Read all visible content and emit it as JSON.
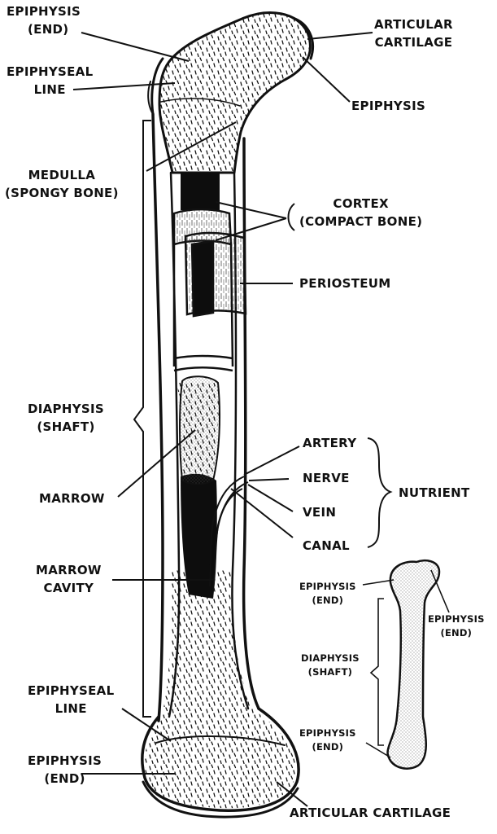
{
  "colors": {
    "ink": "#111111",
    "paper": "#ffffff",
    "marrow": "#0d0d0d"
  },
  "labels": {
    "epiphysis_end_top": [
      "EPIPHYSIS",
      "(END)"
    ],
    "articular_cartilage_top": [
      "ARTICULAR",
      "CARTILAGE"
    ],
    "epiphyseal_line_top": [
      "EPIPHYSEAL",
      "LINE"
    ],
    "epiphysis_right": "EPIPHYSIS",
    "medulla": [
      "MEDULLA",
      "(SPONGY  BONE)"
    ],
    "cortex": [
      "CORTEX",
      "(COMPACT  BONE)"
    ],
    "periosteum": "PERIOSTEUM",
    "diaphysis": [
      "DIAPHYSIS",
      "(SHAFT)"
    ],
    "artery": "ARTERY",
    "nerve": "NERVE",
    "vein": "VEIN",
    "canal": "CANAL",
    "nutrient": "NUTRIENT",
    "marrow": "MARROW",
    "marrow_cavity": [
      "MARROW",
      "CAVITY"
    ],
    "epiphyseal_line_bottom": [
      "EPIPHYSEAL",
      "LINE"
    ],
    "epiphysis_end_bottom": [
      "EPIPHYSIS",
      "(END)"
    ],
    "articular_cartilage_bottom": "ARTICULAR  CARTILAGE"
  },
  "inset": {
    "epiphysis_top": [
      "EPIPHYSIS",
      "(END)"
    ],
    "epiphysis_right": [
      "EPIPHYSIS",
      "(END)"
    ],
    "diaphysis": [
      "DIAPHYSIS",
      "(SHAFT)"
    ],
    "epiphysis_bottom": [
      "EPIPHYSIS",
      "(END)"
    ]
  }
}
